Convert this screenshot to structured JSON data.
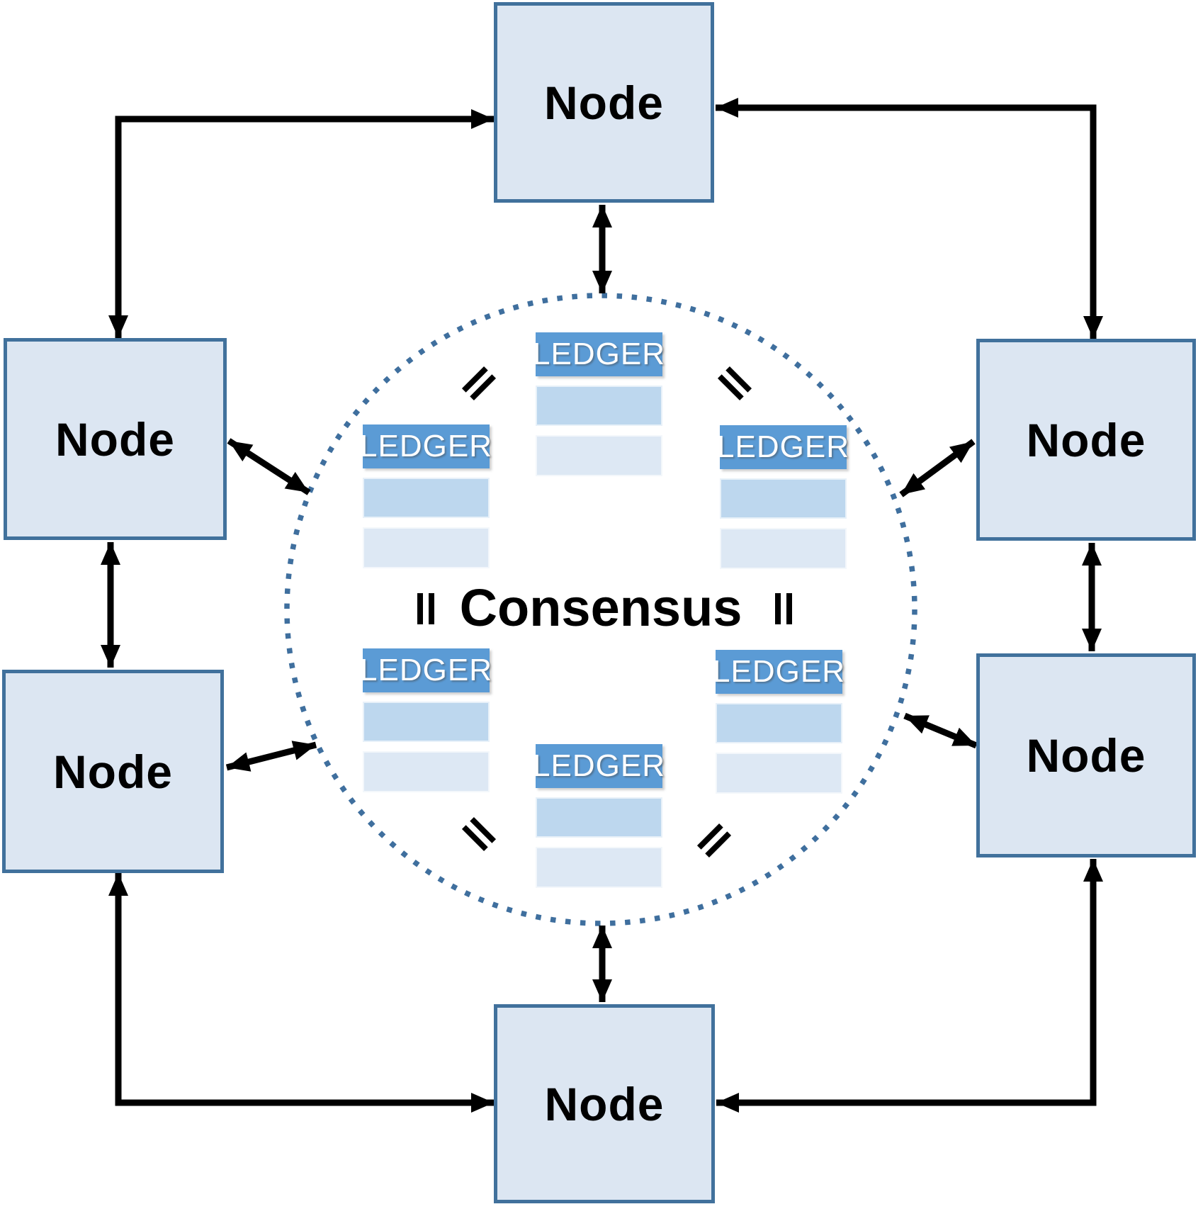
{
  "diagram": {
    "consensus_label": "Consensus",
    "nodes": [
      {
        "id": "top",
        "label": "Node"
      },
      {
        "id": "upper-left",
        "label": "Node"
      },
      {
        "id": "upper-right",
        "label": "Node"
      },
      {
        "id": "lower-left",
        "label": "Node"
      },
      {
        "id": "lower-right",
        "label": "Node"
      },
      {
        "id": "bottom",
        "label": "Node"
      }
    ],
    "ledgers": [
      {
        "id": "top",
        "label": "LEDGER"
      },
      {
        "id": "upper-left",
        "label": "LEDGER"
      },
      {
        "id": "upper-right",
        "label": "LEDGER"
      },
      {
        "id": "lower-left",
        "label": "LEDGER"
      },
      {
        "id": "lower-right",
        "label": "LEDGER"
      },
      {
        "id": "bottom",
        "label": "LEDGER"
      }
    ],
    "equals_symbol": "=",
    "colors": {
      "node_fill": "#dce6f2",
      "node_border": "#41719c",
      "ledger_header": "#5b9bd5",
      "ledger_row_mid": "#bdd7ee",
      "ledger_row_light": "#dde8f4",
      "ledger_text": "#ffffff",
      "circle_dot": "#3f6f9e",
      "arrow": "#000000",
      "label_text": "#000000"
    }
  }
}
